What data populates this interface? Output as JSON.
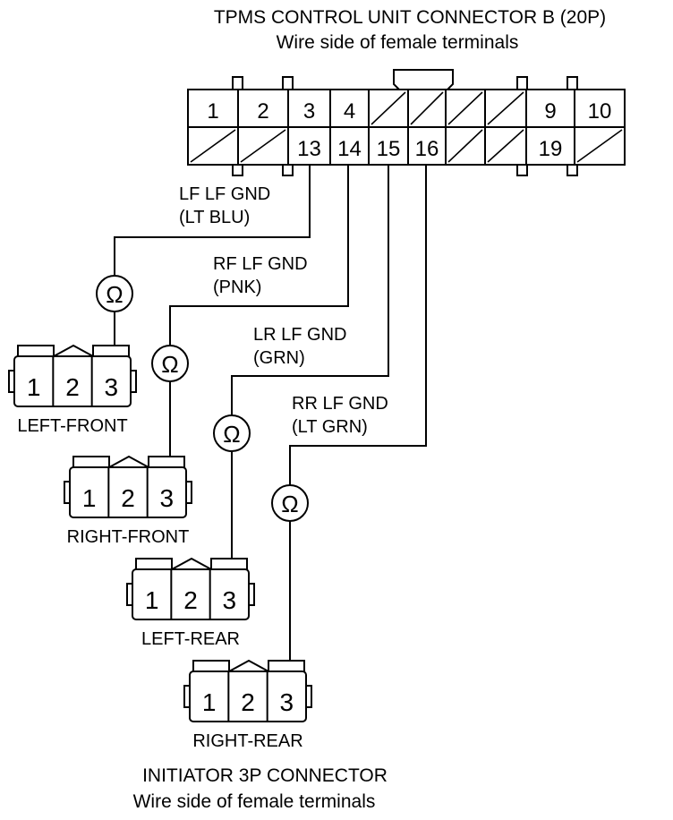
{
  "header": {
    "title": "TPMS CONTROL UNIT CONNECTOR B (20P)",
    "subtitle": "Wire side of female terminals"
  },
  "footer": {
    "title": "INITIATOR 3P CONNECTOR",
    "subtitle": "Wire side of female terminals"
  },
  "connector_b": {
    "top_row": [
      "1",
      "2",
      "3",
      "4",
      "",
      "",
      "",
      "",
      "9",
      "10"
    ],
    "bottom_row": [
      "",
      "",
      "13",
      "14",
      "15",
      "16",
      "",
      "",
      "19",
      ""
    ]
  },
  "wires": [
    {
      "id": "lf",
      "label": "LF LF GND",
      "color": "(LT BLU)",
      "pin": "13"
    },
    {
      "id": "rf",
      "label": "RF LF GND",
      "color": "(PNK)",
      "pin": "14"
    },
    {
      "id": "lr",
      "label": "LR LF GND",
      "color": "(GRN)",
      "pin": "15"
    },
    {
      "id": "rr",
      "label": "RR LF GND",
      "color": "(LT GRN)",
      "pin": "16"
    }
  ],
  "ohm_symbol": "Ω",
  "initiators": [
    {
      "id": "left-front",
      "name": "LEFT-FRONT",
      "pins": [
        "1",
        "2",
        "3"
      ]
    },
    {
      "id": "right-front",
      "name": "RIGHT-FRONT",
      "pins": [
        "1",
        "2",
        "3"
      ]
    },
    {
      "id": "left-rear",
      "name": "LEFT-REAR",
      "pins": [
        "1",
        "2",
        "3"
      ]
    },
    {
      "id": "right-rear",
      "name": "RIGHT-REAR",
      "pins": [
        "1",
        "2",
        "3"
      ]
    }
  ]
}
